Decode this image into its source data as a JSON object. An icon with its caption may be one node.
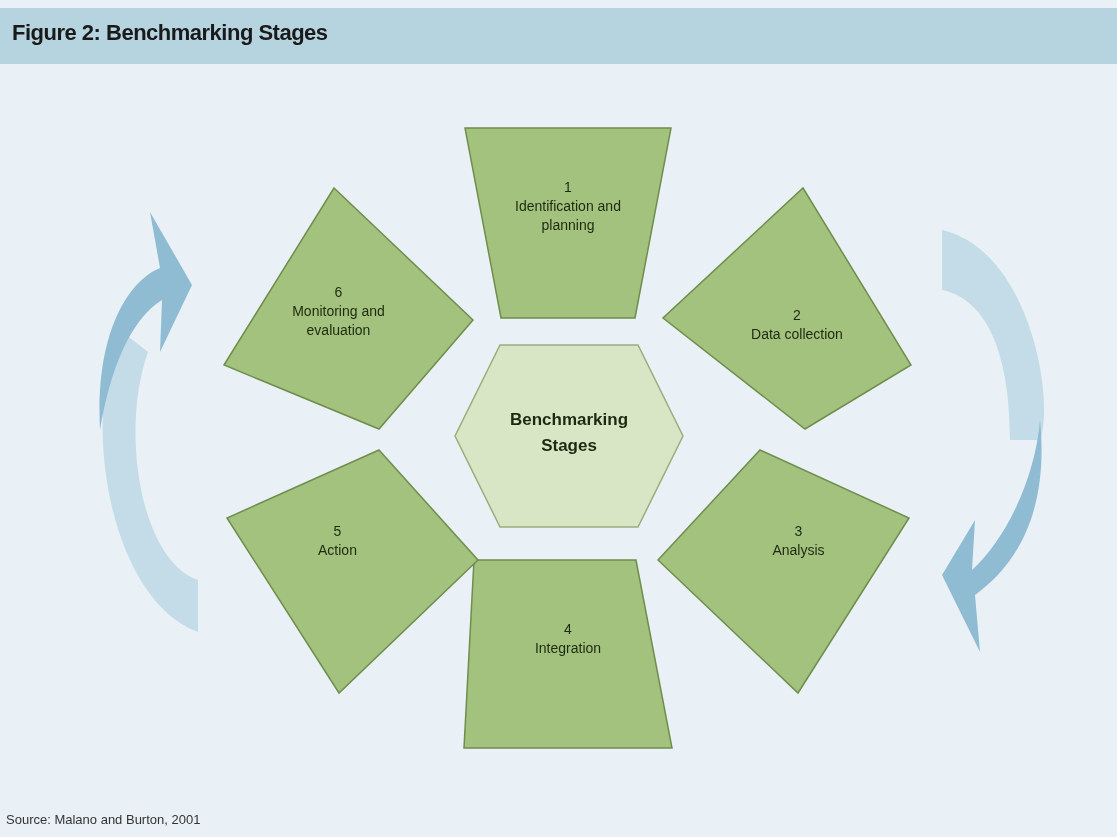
{
  "diagram": {
    "title": "Figure 2: Benchmarking Stages",
    "caption": "Source: Malano and Burton, 2001",
    "nodes": [
      {
        "text": [
          "Benchmarking Stages"
        ]
      },
      {
        "text": [
          "1",
          "Identification and planning"
        ]
      },
      {
        "text": [
          "2",
          "Data collection"
        ]
      },
      {
        "text": [
          "3",
          "Analysis"
        ]
      },
      {
        "text": [
          "4",
          "Integration"
        ]
      },
      {
        "text": [
          "5",
          "Action"
        ]
      },
      {
        "text": [
          "6",
          "Monitoring and evaluation"
        ]
      }
    ]
  }
}
